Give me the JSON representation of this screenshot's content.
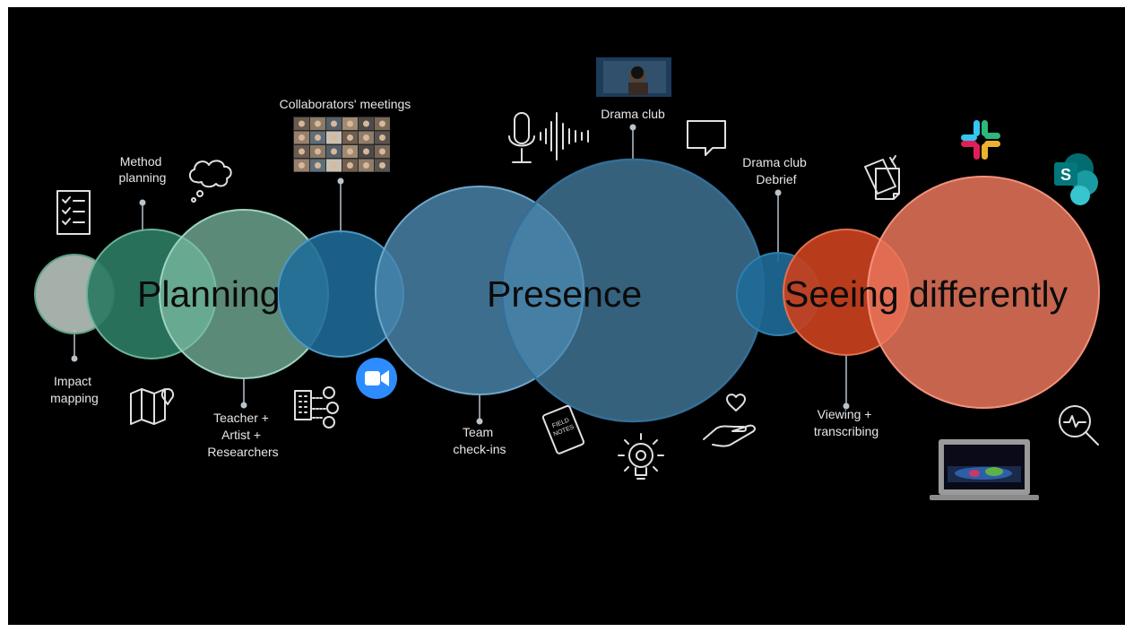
{
  "stages": {
    "planning": "Planning",
    "presence": "Presence",
    "seeing": "Seeing differently"
  },
  "labels": {
    "method_planning": [
      "Method",
      "planning"
    ],
    "impact_mapping": [
      "Impact",
      "mapping"
    ],
    "collaborators_meetings": "Collaborators' meetings",
    "teacher_artist_researchers": [
      "Teacher +",
      "Artist +",
      "Researchers"
    ],
    "drama_club": "Drama club",
    "team_checkins": [
      "Team",
      "check-ins"
    ],
    "drama_club_debrief": [
      "Drama club",
      "Debrief"
    ],
    "viewing_transcribing": [
      "Viewing +",
      "transcribing"
    ]
  },
  "icons": {
    "checklist": "checklist-icon",
    "cloud": "thought-cloud-icon",
    "map": "map-icon",
    "org": "organization-people-icon",
    "zoom": "zoom-video-icon",
    "mic": "microphone-icon",
    "waveform": "sound-wave-icon",
    "chat": "speech-bubble-icon",
    "field_notes": "field-notes-icon",
    "lightbulb": "lightbulb-gear-icon",
    "heart_hand": "heart-in-hand-icon",
    "sticky_notes": "sticky-notes-icon",
    "slack": "slack-logo-icon",
    "sharepoint": "sharepoint-logo-icon",
    "analytics": "magnifier-pulse-icon",
    "laptop": "laptop-video-icon"
  },
  "field_notes_text": [
    "FIELD",
    "NOTES"
  ],
  "sharepoint_letter": "S",
  "colors": {
    "background": "#000000",
    "planning_green": "#2c7a63",
    "planning_light": "#7fbfa6",
    "presence_blue": "#4a86ad",
    "presence_dark": "#1f6b98",
    "seeing_red": "#c8401e",
    "seeing_salmon": "#e9765c"
  }
}
